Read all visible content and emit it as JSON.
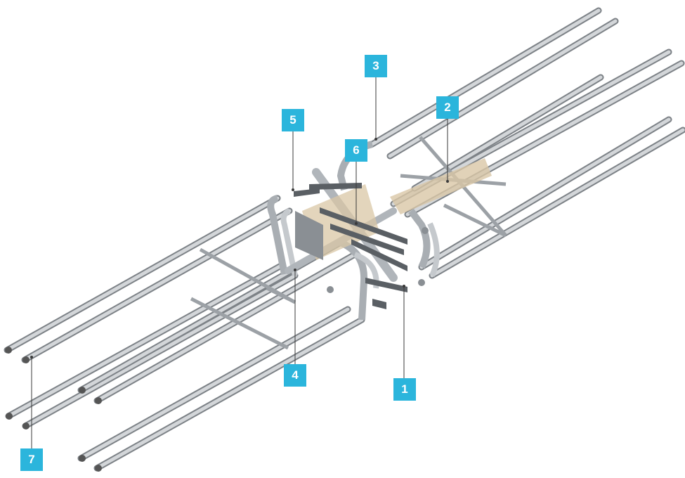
{
  "callouts": [
    {
      "id": "1",
      "label": "1"
    },
    {
      "id": "2",
      "label": "2"
    },
    {
      "id": "3",
      "label": "3"
    },
    {
      "id": "4",
      "label": "4"
    },
    {
      "id": "5",
      "label": "5"
    },
    {
      "id": "6",
      "label": "6"
    },
    {
      "id": "7",
      "label": "7"
    }
  ],
  "colors": {
    "callout_bg": "#2bb5dc",
    "rebar": "#b8bcc0",
    "rebar_edge": "#7d8287",
    "plate": "#5a5f64",
    "insulation": "#d9c7a6"
  }
}
